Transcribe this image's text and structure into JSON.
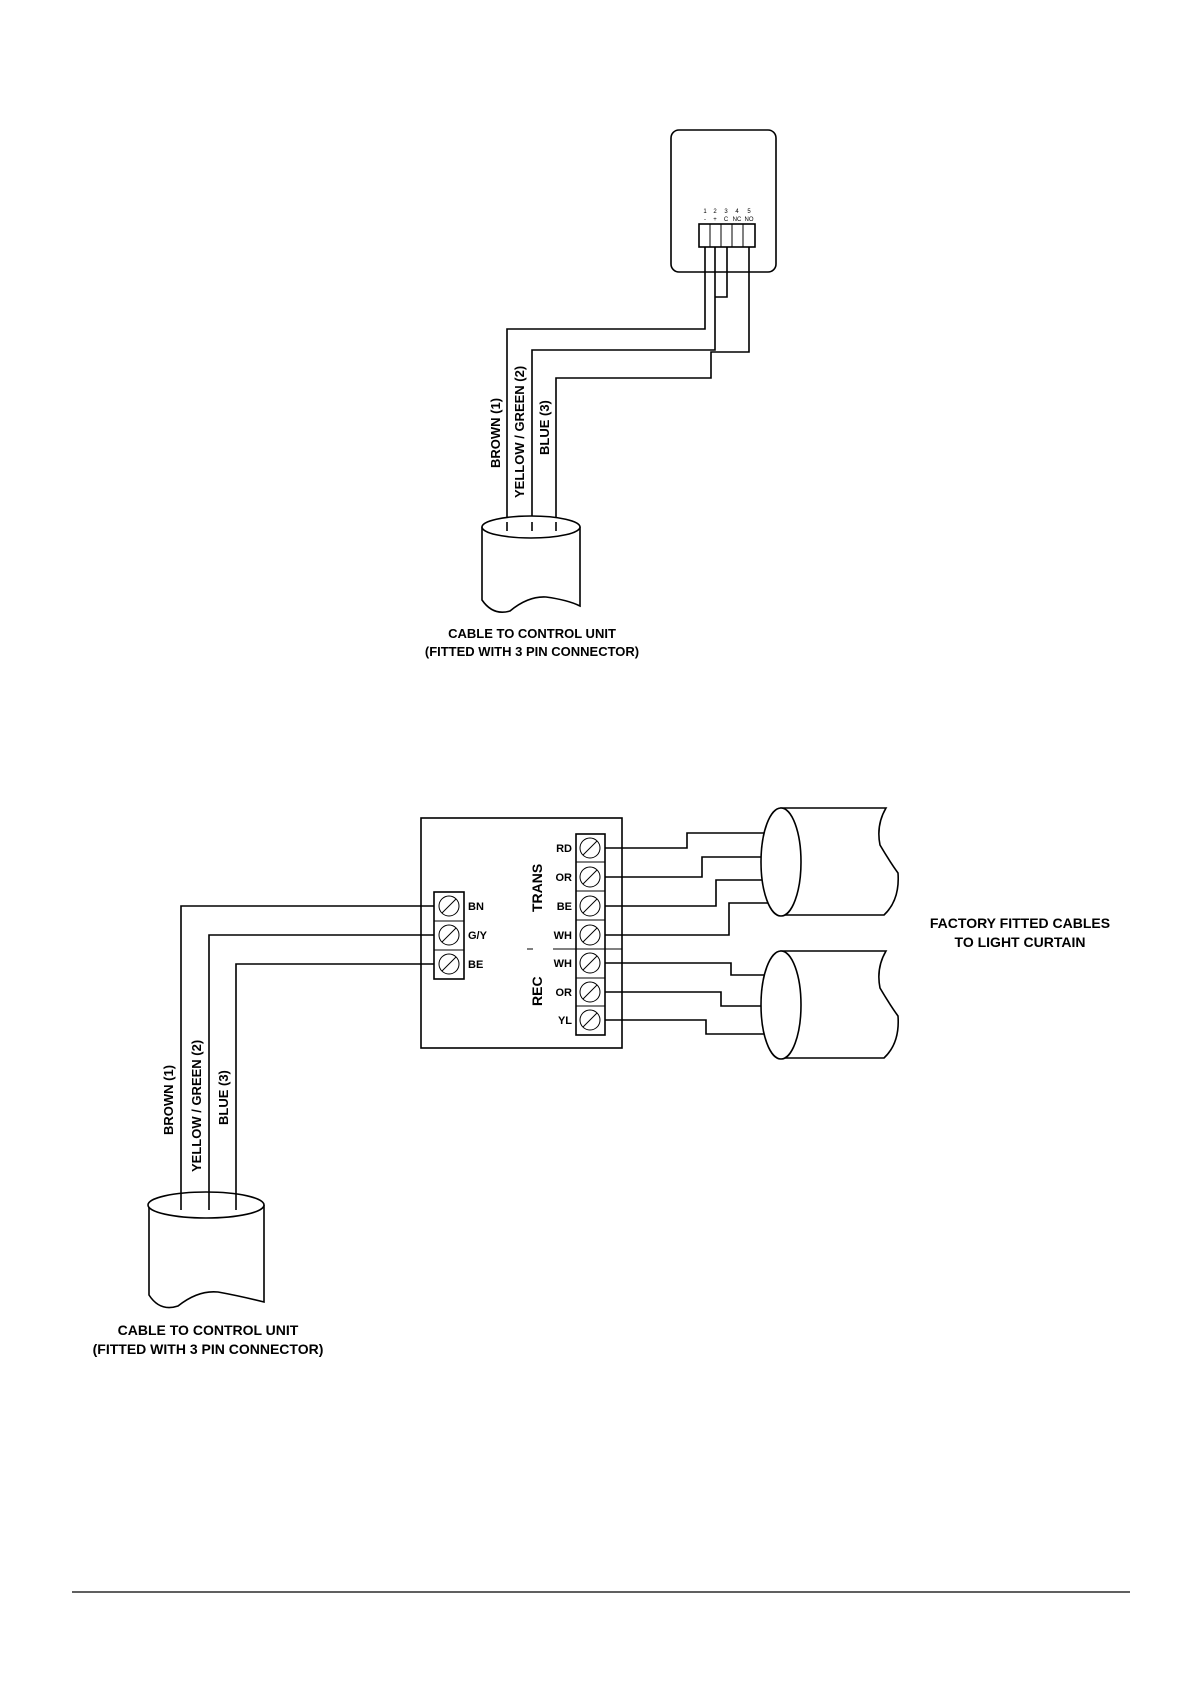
{
  "top_diagram": {
    "pins": [
      {
        "num": "1",
        "sign": "-"
      },
      {
        "num": "2",
        "sign": "+"
      },
      {
        "num": "3",
        "sign": "C"
      },
      {
        "num": "4",
        "sign": "NC"
      },
      {
        "num": "5",
        "sign": "NO"
      }
    ],
    "wires": [
      "BROWN (1)",
      "YELLOW / GREEN (2)",
      "BLUE (3)"
    ],
    "cable_label_line1": "CABLE TO CONTROL UNIT",
    "cable_label_line2": "(FITTED WITH 3 PIN CONNECTOR)"
  },
  "bottom_diagram": {
    "input_terminals": [
      "BN",
      "G/Y",
      "BE"
    ],
    "trans_label": "TRANS",
    "rec_label": "REC",
    "trans_terminals": [
      "RD",
      "OR",
      "BE",
      "WH"
    ],
    "rec_terminals": [
      "WH",
      "OR",
      "YL"
    ],
    "wires": [
      "BROWN (1)",
      "YELLOW / GREEN (2)",
      "BLUE (3)"
    ],
    "cable_label_line1": "CABLE TO CONTROL UNIT",
    "cable_label_line2": "(FITTED WITH 3 PIN CONNECTOR)",
    "factory_label_line1": "FACTORY FITTED CABLES",
    "factory_label_line2": "TO LIGHT CURTAIN"
  }
}
